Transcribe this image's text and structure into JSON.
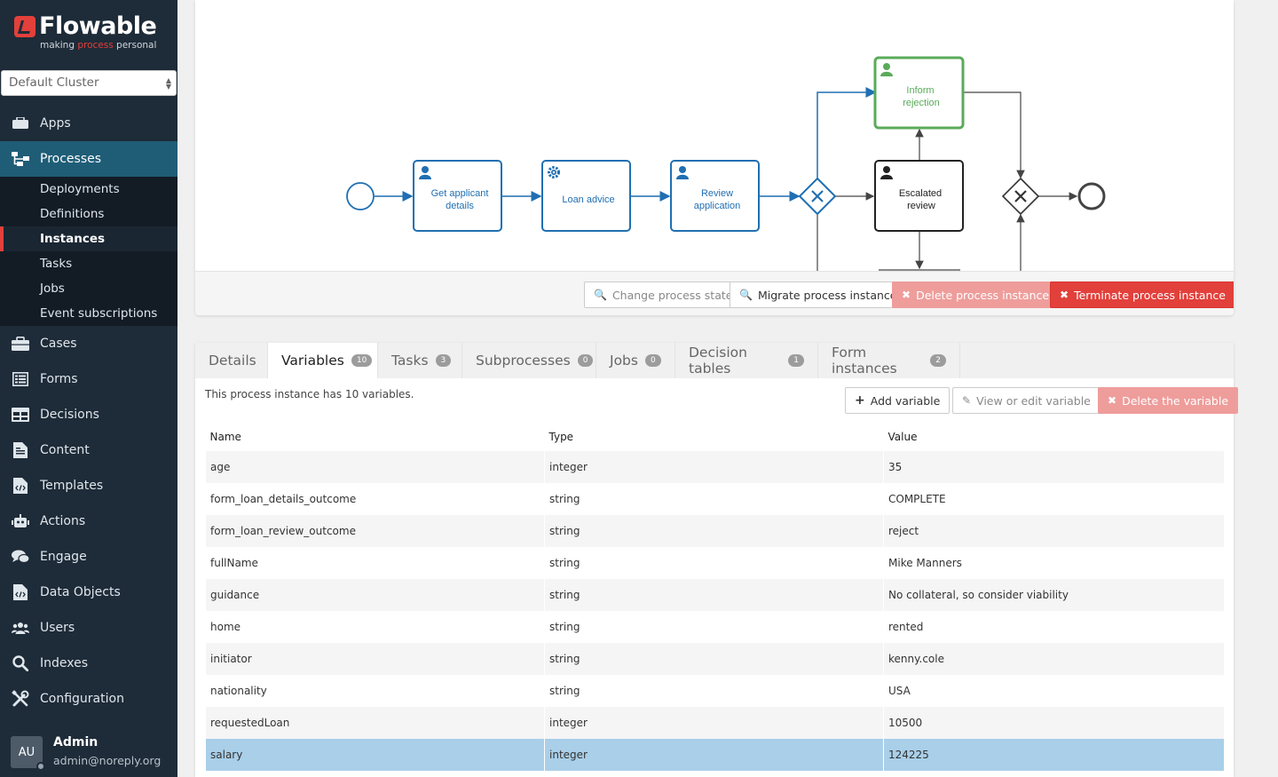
{
  "brand": {
    "name": "Flowable",
    "tagline_pre": "making ",
    "tagline_hl": "process",
    "tagline_post": " personal"
  },
  "cluster": {
    "selected": "Default Cluster"
  },
  "nav": {
    "items": [
      {
        "label": "Apps",
        "icon": "apps-icon"
      },
      {
        "label": "Processes",
        "icon": "processes-icon"
      },
      {
        "label": "Cases",
        "icon": "cases-icon"
      },
      {
        "label": "Forms",
        "icon": "forms-icon"
      },
      {
        "label": "Decisions",
        "icon": "decisions-icon"
      },
      {
        "label": "Content",
        "icon": "content-icon"
      },
      {
        "label": "Templates",
        "icon": "templates-icon"
      },
      {
        "label": "Actions",
        "icon": "actions-icon"
      },
      {
        "label": "Engage",
        "icon": "engage-icon"
      },
      {
        "label": "Data Objects",
        "icon": "data-objects-icon"
      },
      {
        "label": "Users",
        "icon": "users-icon"
      },
      {
        "label": "Indexes",
        "icon": "indexes-icon"
      },
      {
        "label": "Configuration",
        "icon": "configuration-icon"
      }
    ],
    "sub_items": [
      "Deployments",
      "Definitions",
      "Instances",
      "Tasks",
      "Jobs",
      "Event subscriptions"
    ]
  },
  "user": {
    "initials": "AU",
    "name": "Admin",
    "email": "admin@noreply.org"
  },
  "diagram": {
    "tasks": {
      "get_applicant_line1": "Get applicant",
      "get_applicant_line2": "details",
      "loan_advice": "Loan advice",
      "review_line1": "Review",
      "review_line2": "application",
      "inform_line1": "Inform",
      "inform_line2": "rejection",
      "escalated_line1": "Escalated",
      "escalated_line2": "review"
    },
    "colors": {
      "completed": "#1f6fb2",
      "active": "#5aab5a",
      "pending": "#222222"
    }
  },
  "actions": {
    "change_state": "Change process state",
    "migrate": "Migrate process instance",
    "delete": "Delete process instance",
    "terminate": "Terminate process instance"
  },
  "tabs": [
    {
      "label": "Details",
      "count": ""
    },
    {
      "label": "Variables",
      "count": "10"
    },
    {
      "label": "Tasks",
      "count": "3"
    },
    {
      "label": "Subprocesses",
      "count": "0"
    },
    {
      "label": "Jobs",
      "count": "0"
    },
    {
      "label": "Decision tables",
      "count": "1"
    },
    {
      "label": "Form instances",
      "count": "2"
    }
  ],
  "variables": {
    "info": "This process instance has 10 variables.",
    "add": "Add variable",
    "view_edit": "View or edit variable",
    "delete": "Delete the variable",
    "columns": [
      "Name",
      "Type",
      "Value"
    ],
    "rows": [
      [
        "age",
        "integer",
        "35"
      ],
      [
        "form_loan_details_outcome",
        "string",
        "COMPLETE"
      ],
      [
        "form_loan_review_outcome",
        "string",
        "reject"
      ],
      [
        "fullName",
        "string",
        "Mike Manners"
      ],
      [
        "guidance",
        "string",
        "No collateral, so consider viability"
      ],
      [
        "home",
        "string",
        "rented"
      ],
      [
        "initiator",
        "string",
        "kenny.cole"
      ],
      [
        "nationality",
        "string",
        "USA"
      ],
      [
        "requestedLoan",
        "integer",
        "10500"
      ],
      [
        "salary",
        "integer",
        "124225"
      ]
    ]
  }
}
